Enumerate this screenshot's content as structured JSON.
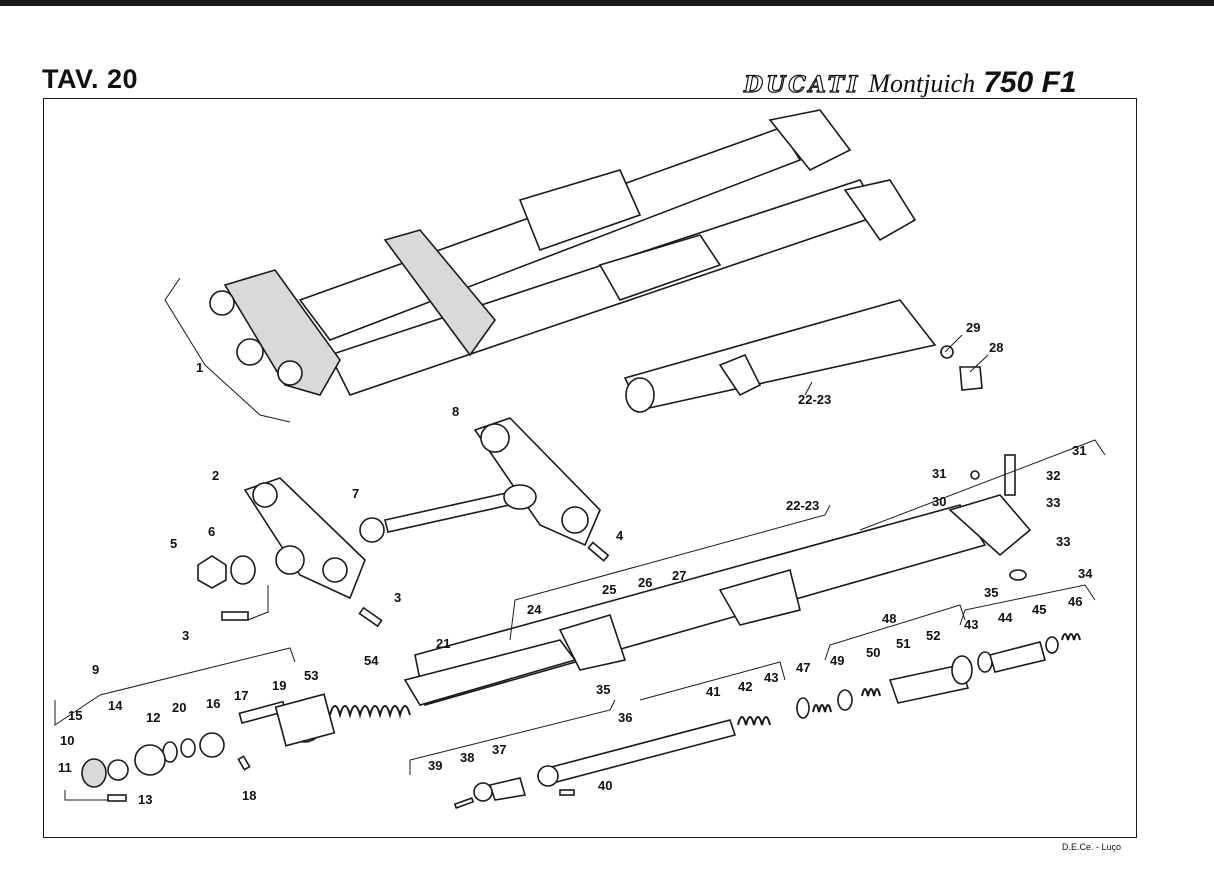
{
  "header": {
    "plate": "TAV. 20",
    "brand": "DUCATI",
    "model": "Montjuich",
    "version": "750 F1"
  },
  "footer": {
    "credit": "D.E.Ce. - Luço"
  },
  "callouts": {
    "c1": "1",
    "c2": "2",
    "c3a": "3",
    "c3b": "3",
    "c4": "4",
    "c5": "5",
    "c6": "6",
    "c7": "7",
    "c8": "8",
    "c9": "9",
    "c10": "10",
    "c11": "11",
    "c12": "12",
    "c13": "13",
    "c14": "14",
    "c15": "15",
    "c16": "16",
    "c17": "17",
    "c18": "18",
    "c19": "19",
    "c20": "20",
    "c21": "21",
    "c22a": "22-23",
    "c22b": "22-23",
    "c24": "24",
    "c25": "25",
    "c26": "26",
    "c27": "27",
    "c28": "28",
    "c29": "29",
    "c30": "30",
    "c31a": "31",
    "c31b": "31",
    "c32": "32",
    "c33a": "33",
    "c33b": "33",
    "c34": "34",
    "c35a": "35",
    "c35b": "35",
    "c36": "36",
    "c37": "37",
    "c38": "38",
    "c39": "39",
    "c40": "40",
    "c41": "41",
    "c42": "42",
    "c43a": "43",
    "c43b": "43",
    "c44": "44",
    "c45": "45",
    "c46": "46",
    "c47": "47",
    "c48": "48",
    "c49": "49",
    "c50": "50",
    "c51": "51",
    "c52": "52",
    "c53": "53",
    "c54": "54"
  }
}
